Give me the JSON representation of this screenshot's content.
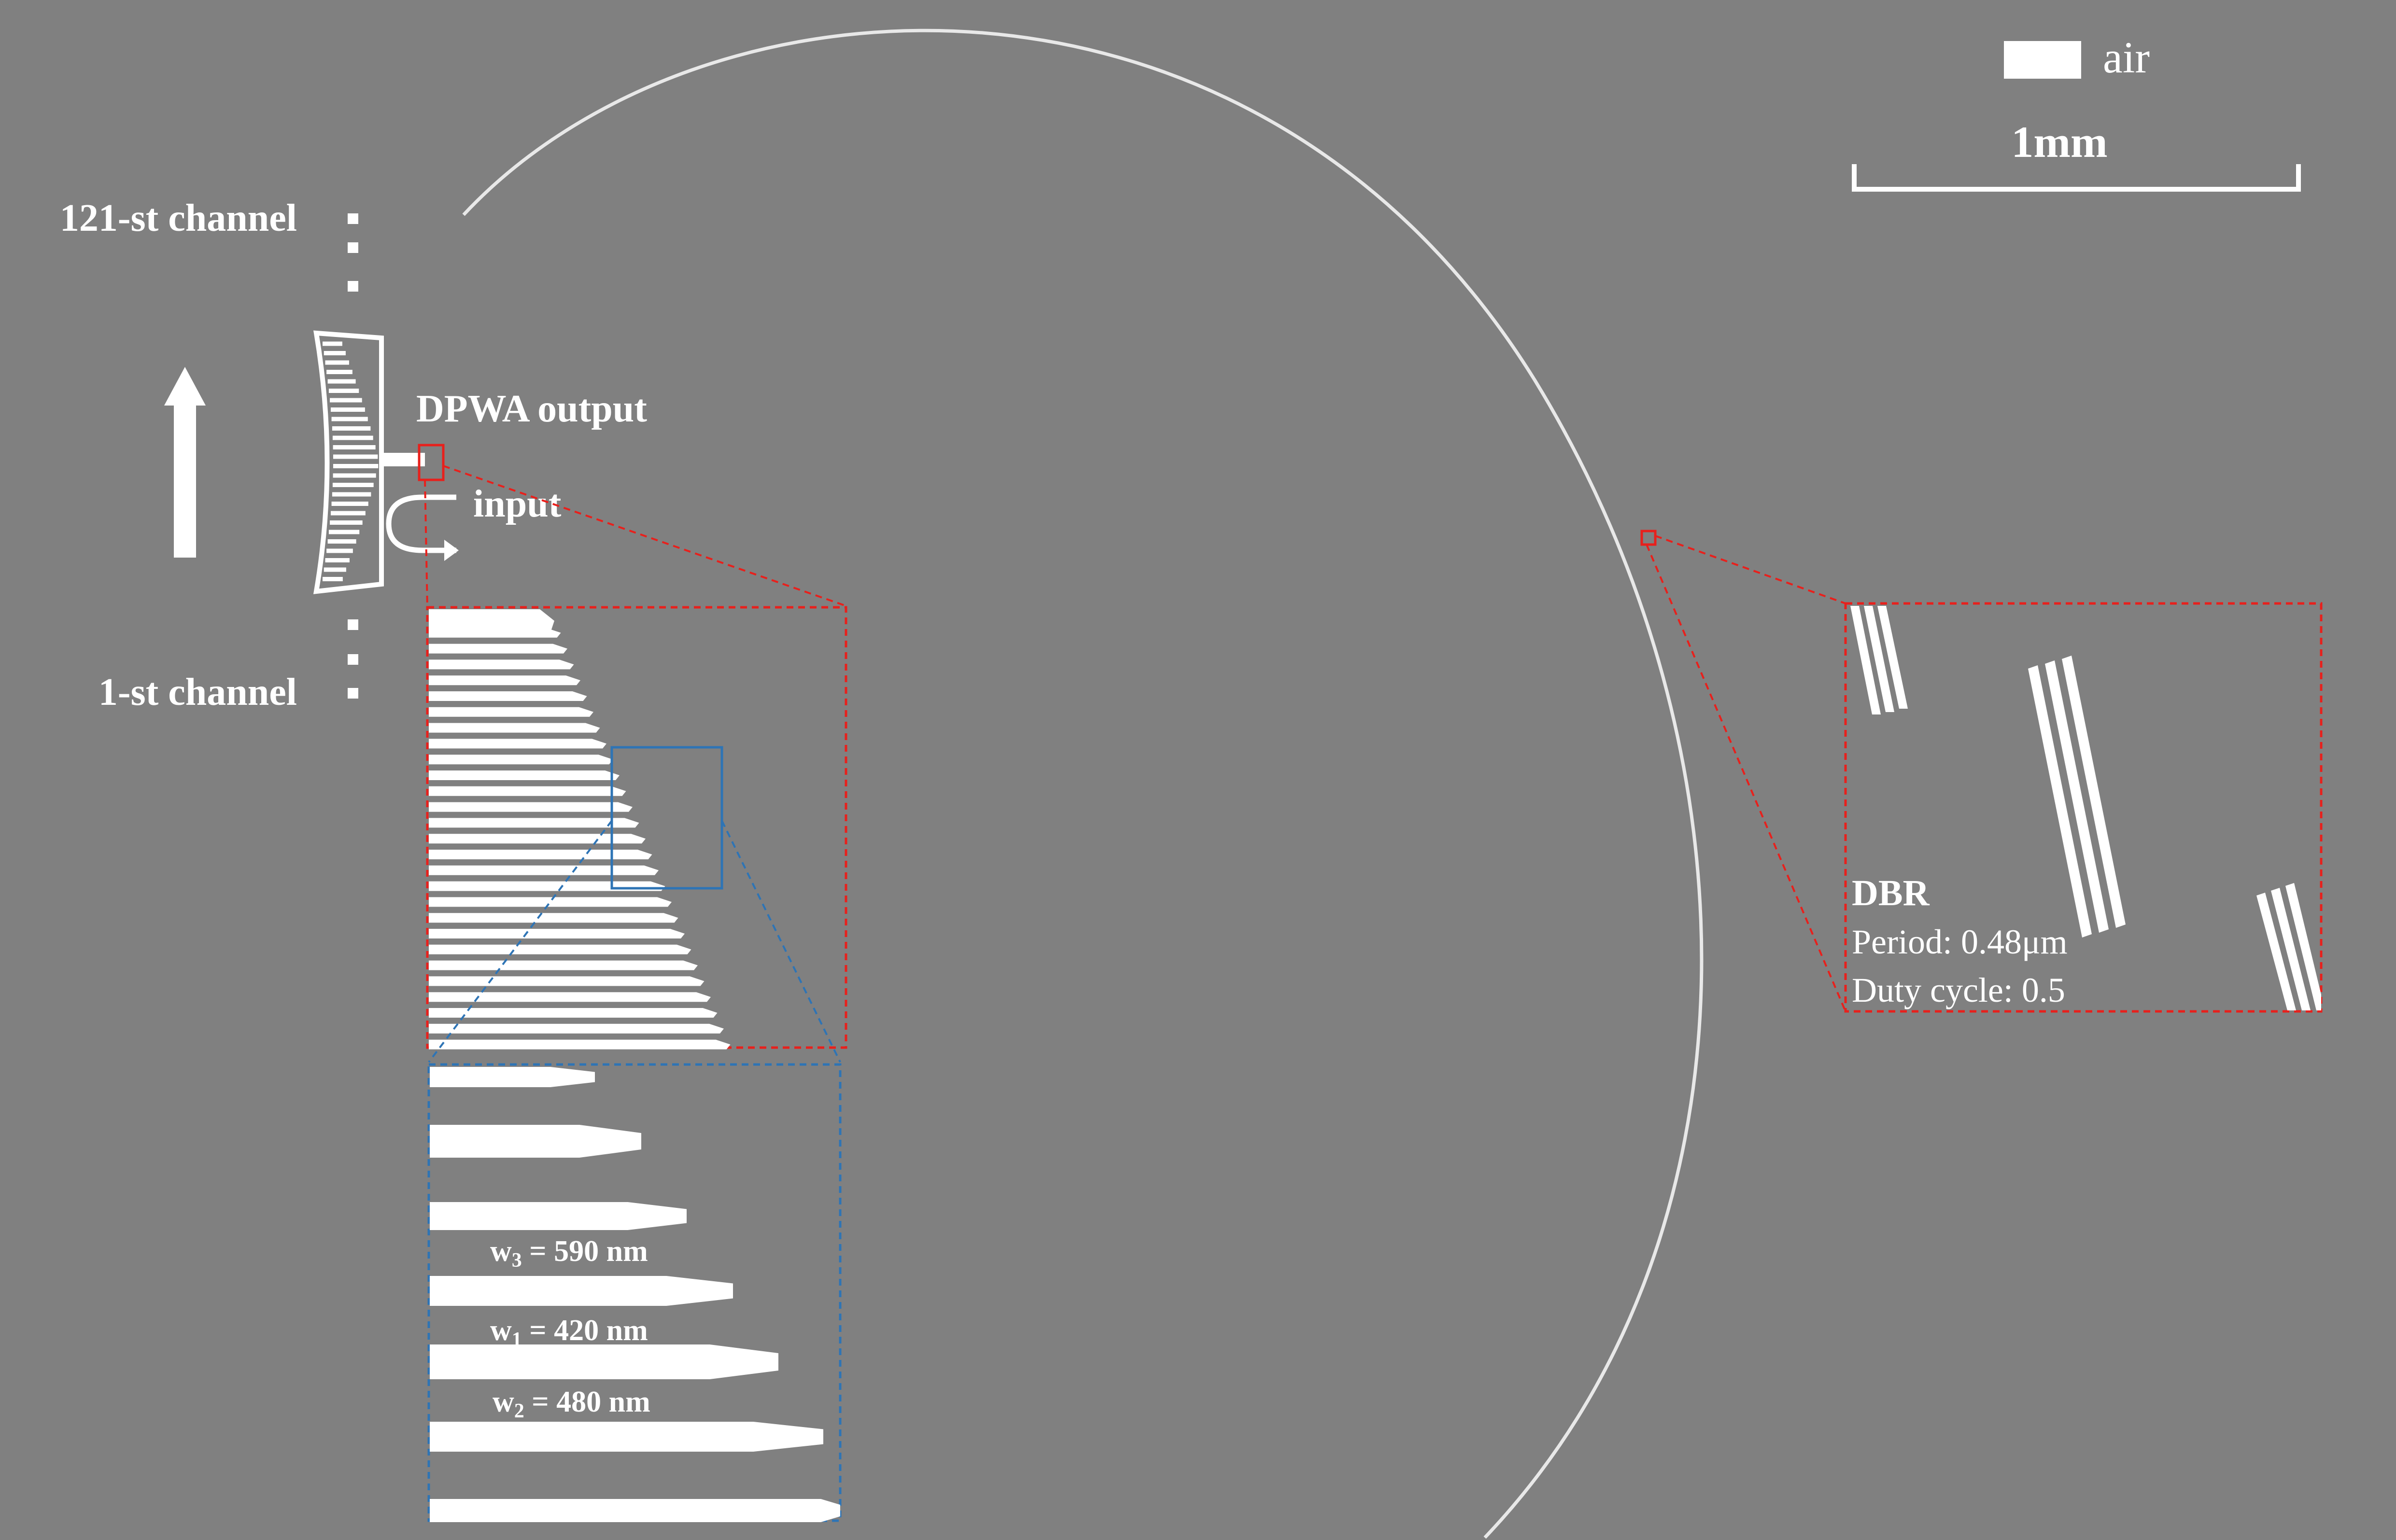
{
  "colors": {
    "background": "#808080",
    "foreground": "#ffffff",
    "zoom_red": "#e8201c",
    "zoom_blue": "#2e74b5"
  },
  "legend": {
    "air_label": "air"
  },
  "scale_bar": {
    "label": "1mm"
  },
  "channels": {
    "top_label": "121-st channel",
    "bottom_label": "1-st channel"
  },
  "labels": {
    "dpwa_output": "DPWA output",
    "input": "input"
  },
  "widths": {
    "w3": {
      "prefix": "w",
      "sub": "3",
      "value": " = 590 nm"
    },
    "w1": {
      "prefix": "w",
      "sub": "1",
      "value": " = 420 nm"
    },
    "w2": {
      "prefix": "w",
      "sub": "2",
      "value": " = 480 nm"
    }
  },
  "dbr": {
    "title": "DBR",
    "period": "Period: 0.48μm",
    "duty_cycle": "Duty cycle: 0.5"
  }
}
